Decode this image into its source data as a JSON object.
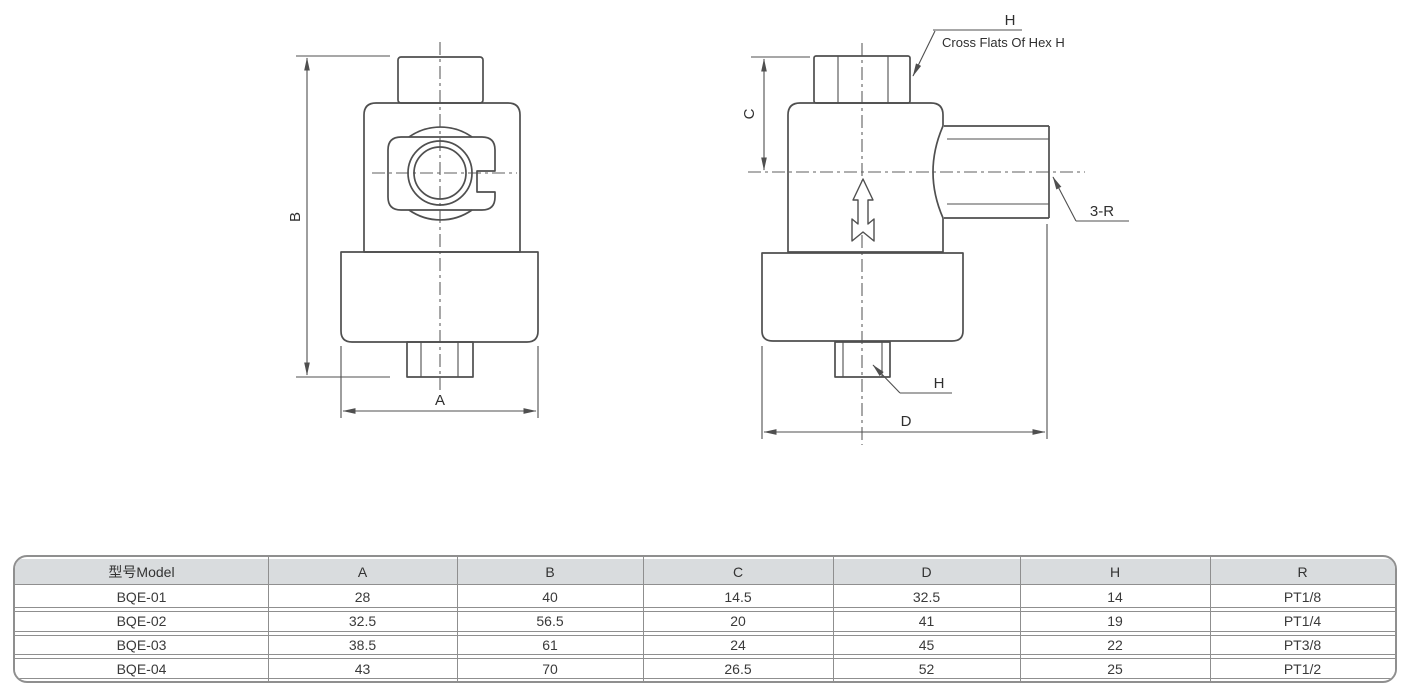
{
  "drawings": {
    "front_view": {
      "dim_b_label": "B",
      "dim_a_label": "A"
    },
    "side_view": {
      "hex_top_label": "H",
      "hex_top_note": "Cross Flats Of Hex H",
      "dim_c_label": "C",
      "port_label": "3-R",
      "hex_bottom_label": "H",
      "dim_d_label": "D"
    }
  },
  "spec_table": {
    "headers": [
      "型号Model",
      "A",
      "B",
      "C",
      "D",
      "H",
      "R"
    ],
    "rows": [
      [
        "BQE-01",
        "28",
        "40",
        "14.5",
        "32.5",
        "14",
        "PT1/8"
      ],
      [
        "BQE-02",
        "32.5",
        "56.5",
        "20",
        "41",
        "19",
        "PT1/4"
      ],
      [
        "BQE-03",
        "38.5",
        "61",
        "24",
        "45",
        "22",
        "PT3/8"
      ],
      [
        "BQE-04",
        "43",
        "70",
        "26.5",
        "52",
        "25",
        "PT1/2"
      ]
    ]
  },
  "colors": {
    "drawing_line": "#4f4f4f",
    "table_border": "#8f8f8f",
    "header_bg": "#d9dcde",
    "text": "#333333"
  }
}
